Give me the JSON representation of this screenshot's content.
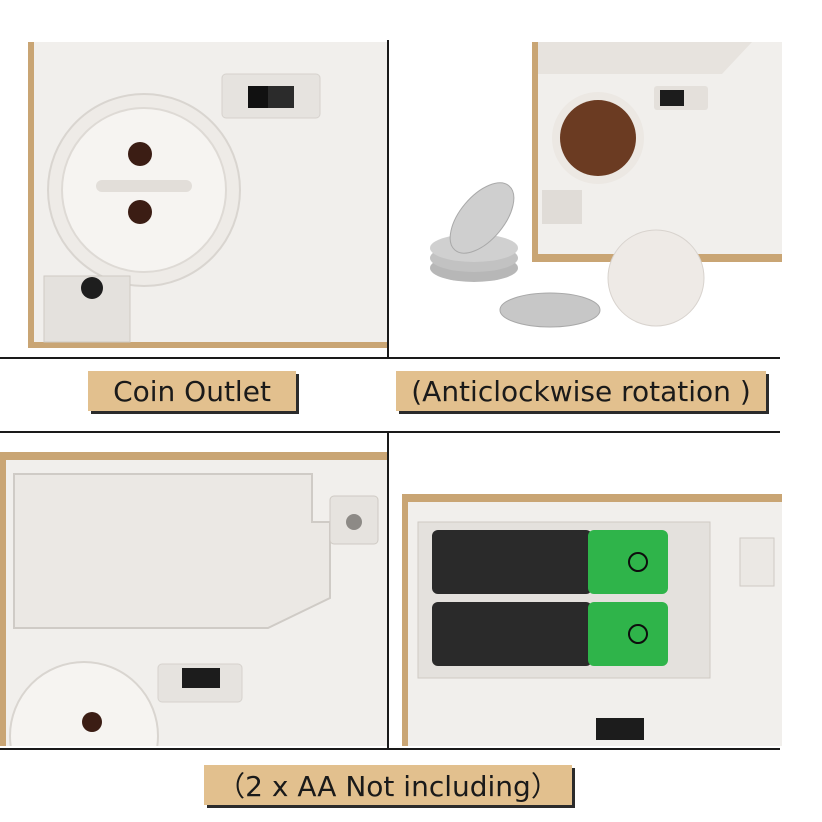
{
  "captions": {
    "coin_outlet": "Coin Outlet",
    "rotation": "(Anticlockwise rotation )",
    "batteries": "（2 x AA Not including）"
  },
  "colors": {
    "caption_bg": "#e2c08e",
    "panel_white": "#f1efec",
    "wood_trim": "#c9a574",
    "battery_black": "#2a2a2a",
    "battery_green": "#2fb44a",
    "coin_silver": "#c7c7c7"
  }
}
